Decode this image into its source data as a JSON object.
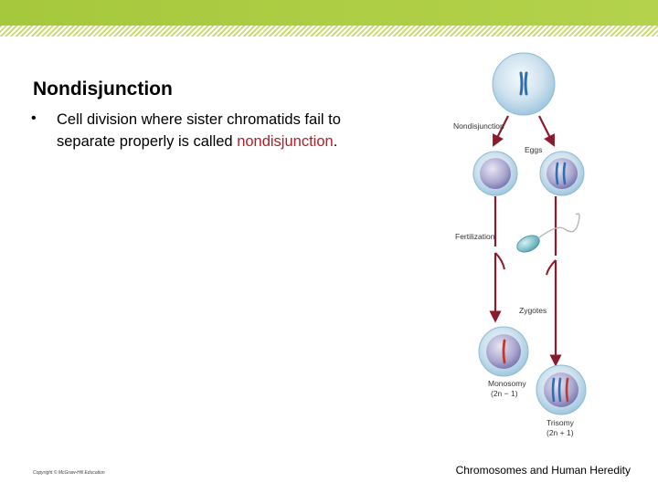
{
  "slide": {
    "title": "Nondisjunction",
    "bullet_marker": "•",
    "bullet_text_before": "Cell division where sister chromatids fail to separate properly is called ",
    "bullet_highlight": "nondisjunction",
    "bullet_text_after": ".",
    "copyright": "Copyright © McGraw-Hill Education",
    "footer": "Chromosomes and Human Heredity"
  },
  "diagram": {
    "labels": {
      "nondisjunction": "Nondisjunction",
      "eggs": "Eggs",
      "fertilization": "Fertilization",
      "zygotes": "Zygotes",
      "monosomy": "Monosomy",
      "monosomy_formula": "(2n − 1)",
      "trisomy": "Trisomy",
      "trisomy_formula": "(2n + 1)"
    },
    "icons": [
      "cell-icon",
      "chromosome-icon",
      "sperm-icon",
      "arrow-icon"
    ]
  },
  "colors": {
    "header_green": "#a6c83c",
    "highlight_red": "#b01e28",
    "arrow_maroon": "#8b1a2b",
    "cell_blue": "#9fc7df",
    "chromosome_blue": "#2f6fb0",
    "chromosome_red": "#c0392b"
  }
}
